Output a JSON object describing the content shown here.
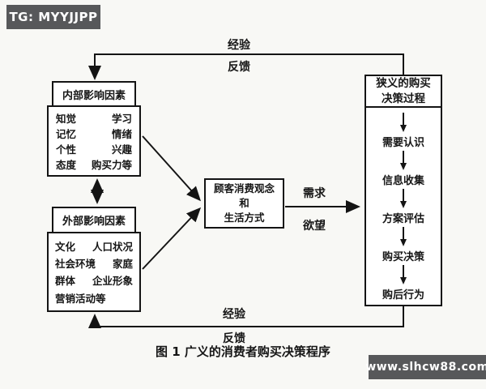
{
  "stamps": {
    "top_left": "TG: MYYJJPP",
    "bottom_right": "www.slhcw88.com"
  },
  "colors": {
    "stamp_bg": "#57585a",
    "line": "#141414",
    "box_bg": "#ffffff",
    "page_bg": "#f8f8f5"
  },
  "feedback_top": {
    "above_line": "经验",
    "below_line": "反馈"
  },
  "feedback_bottom": {
    "above_line": "经验",
    "below_line": "反馈"
  },
  "internal_box": {
    "title": "内部影响因素",
    "rows": [
      [
        "知觉",
        "学习"
      ],
      [
        "记忆",
        "情绪"
      ],
      [
        "个性",
        "兴趣"
      ],
      [
        "态度",
        "购买力等"
      ]
    ]
  },
  "external_box": {
    "title": "外部影响因素",
    "rows": [
      [
        "文化",
        "人口状况"
      ],
      [
        "社会环境",
        "家庭"
      ],
      [
        "群体",
        "企业形象"
      ],
      [
        "营销活动等",
        ""
      ]
    ]
  },
  "middle_box": {
    "lines": [
      "顾客消费观念",
      "和",
      "生活方式"
    ]
  },
  "flow_to_decision": {
    "above_line": "需求",
    "below_line": "欲望"
  },
  "decision_box": {
    "title_line1": "狭义的购买",
    "title_line2": "决策过程",
    "steps": [
      "需要认识",
      "信息收集",
      "方案评估",
      "购买决策",
      "购后行为"
    ]
  },
  "caption": "图 1 广义的消费者购买决策程序"
}
